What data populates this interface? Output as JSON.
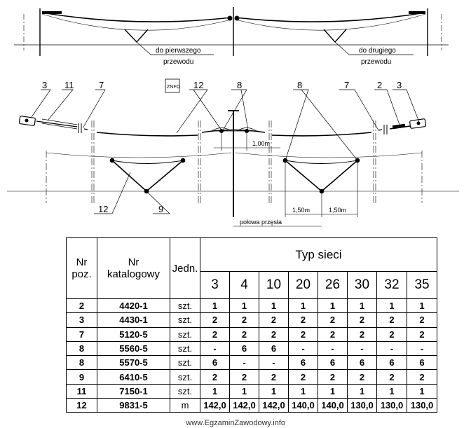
{
  "diagram": {
    "top_labels": {
      "first": "do pierwszego",
      "first_sub": "przewodu",
      "second": "do drugiego",
      "second_sub": "przewodu"
    },
    "callouts": {
      "n3": "3",
      "n11": "11",
      "n7": "7",
      "n12": "12",
      "n8": "8",
      "n2": "2",
      "n9": "9"
    },
    "dims": {
      "one_meter": "1,00m",
      "one_fifty_left": "1,50m",
      "one_fifty_right": "1,50m",
      "half_span": "połowa przęsła"
    },
    "logo_text": "ZNFO"
  },
  "table": {
    "col_nr_poz": "Nr poz.",
    "col_nr_poz_l1": "Nr",
    "col_nr_poz_l2": "poz.",
    "col_katalog_l1": "Nr",
    "col_katalog_l2": "katalogowy",
    "col_jedn": "Jedn.",
    "col_typ": "Typ sieci",
    "types": [
      "3",
      "4",
      "10",
      "20",
      "26",
      "30",
      "32",
      "35"
    ],
    "rows": [
      {
        "poz": "2",
        "kat": "4420-1",
        "jedn": "szt.",
        "vals": [
          "1",
          "1",
          "1",
          "1",
          "1",
          "1",
          "1",
          "1"
        ]
      },
      {
        "poz": "3",
        "kat": "4430-1",
        "jedn": "szt.",
        "vals": [
          "2",
          "2",
          "2",
          "2",
          "2",
          "2",
          "2",
          "2"
        ]
      },
      {
        "poz": "7",
        "kat": "5120-5",
        "jedn": "szt.",
        "vals": [
          "2",
          "2",
          "2",
          "2",
          "2",
          "2",
          "2",
          "2"
        ]
      },
      {
        "poz": "8",
        "kat": "5560-5",
        "jedn": "szt.",
        "vals": [
          "-",
          "6",
          "6",
          "-",
          "-",
          "-",
          "-",
          "-"
        ]
      },
      {
        "poz": "8",
        "kat": "5570-5",
        "jedn": "szt.",
        "vals": [
          "6",
          "-",
          "-",
          "6",
          "6",
          "6",
          "6",
          "6"
        ]
      },
      {
        "poz": "9",
        "kat": "6410-5",
        "jedn": "szt.",
        "vals": [
          "2",
          "2",
          "2",
          "2",
          "2",
          "2",
          "2",
          "2"
        ]
      },
      {
        "poz": "11",
        "kat": "7150-1",
        "jedn": "szt.",
        "vals": [
          "1",
          "1",
          "1",
          "1",
          "1",
          "1",
          "1",
          "1"
        ]
      },
      {
        "poz": "12",
        "kat": "9831-5",
        "jedn": "m",
        "vals": [
          "142,0",
          "142,0",
          "142,0",
          "140,0",
          "140,0",
          "130,0",
          "130,0",
          "130,0"
        ]
      }
    ]
  },
  "watermark": "www.EgzaminZawodowy.info"
}
